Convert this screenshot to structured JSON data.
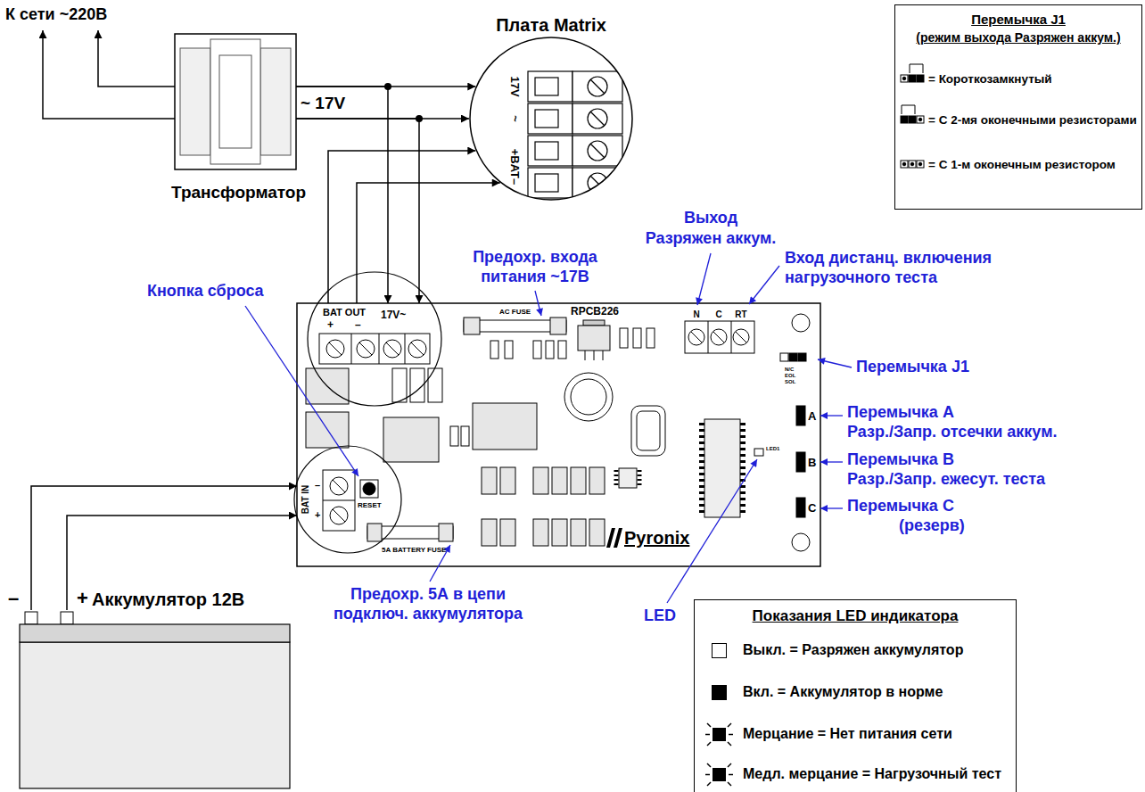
{
  "diagram": {
    "nodes": [
      {
        "text": [
          "Трансформатор"
        ]
      },
      {
        "text": [
          "Плата Matrix",
          "17V",
          "~",
          "+BAT–"
        ]
      },
      {
        "text": [
          "BAT OUT",
          "+",
          "–",
          "17V~",
          "AC FUSE",
          "RPCB226",
          "N",
          "C",
          "RT",
          "N/C",
          "EOL",
          "SOL",
          "A",
          "B",
          "C",
          "LED1",
          "RESET",
          "BAT IN",
          "–",
          "+",
          "5A BATTERY FUSE",
          "Pyronix"
        ]
      },
      {
        "text": [
          "Аккумулятор 12В"
        ]
      },
      {
        "text": [
          "Перемычка J1",
          "(режим выхода Разряжен аккум.)",
          "= Короткозамкнутый",
          "= С 2-мя оконечными резисторами",
          "= С 1-м оконечным резистором"
        ]
      },
      {
        "text": [
          "Показания LED индикатора"
        ]
      }
    ],
    "edges": [
      {
        "from": 0,
        "to": 1,
        "arrow": "to"
      },
      {
        "from": 0,
        "to": 1,
        "arrow": "to"
      },
      {
        "from": 0,
        "to": 2,
        "arrow": "to"
      },
      {
        "from": 0,
        "to": 2,
        "arrow": "to"
      },
      {
        "from": 2,
        "to": 1,
        "arrow": "to"
      },
      {
        "from": 2,
        "to": 1,
        "arrow": "to"
      },
      {
        "from": 3,
        "to": 2,
        "arrow": "to"
      },
      {
        "from": 3,
        "to": 2,
        "arrow": "to"
      }
    ],
    "labels": [
      "К сети ~220В",
      "~ 17V",
      "Предохр. входа питания ~17В",
      "Кнопка сброса",
      "Выход",
      "Разряжен аккум.",
      "Вход дистанц. включения нагрузочного теста",
      "Перемычка J1",
      "Перемычка A",
      "Разр./Запр. отсечки аккум.",
      "Перемычка B",
      "Разр./Запр. ежесут. теста",
      "Перемычка C",
      "(резерв)",
      "Предохр. 5А в цепи подключ. аккумулятора",
      "LED",
      "–",
      "+"
    ],
    "legend": [
      {
        "text": "Выкл. = Разряжен аккумулятор",
        "color": "#ffffff"
      },
      {
        "text": "Вкл. = Аккумулятор в норме",
        "color": "#000000"
      },
      {
        "text": "Мерцание = Нет питания сети"
      },
      {
        "text": "Медл. мерцание = Нагрузочный тест"
      }
    ]
  }
}
